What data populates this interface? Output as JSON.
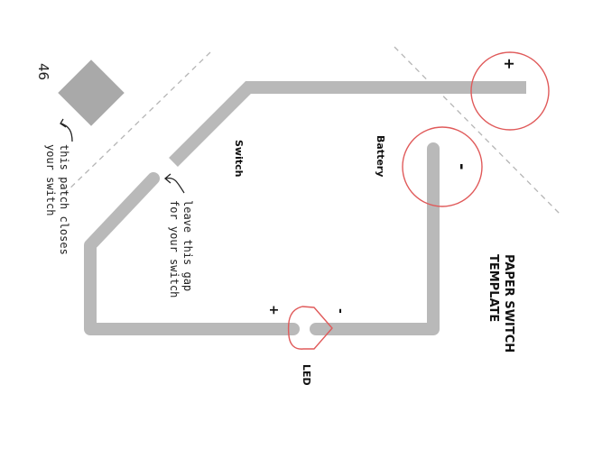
{
  "title": {
    "line1": "PAPER SWITCH",
    "line2": "TEMPLATE"
  },
  "labels": {
    "battery": "Battery",
    "switch": "Switch",
    "led": "LED",
    "page_number": "46"
  },
  "notes": {
    "gap": {
      "line1": "leave this gap",
      "line2": "for your switch"
    },
    "patch": {
      "line1": "this patch closes",
      "line2": "your switch"
    }
  },
  "symbols": {
    "battery_plus": "+",
    "battery_minus": "-",
    "led_plus": "+",
    "led_minus": "-"
  },
  "colors": {
    "trace": "#b9b9b9",
    "patch": "#a9a9a9",
    "circle": "#e05a5a",
    "dashed": "#b5b5b5"
  }
}
